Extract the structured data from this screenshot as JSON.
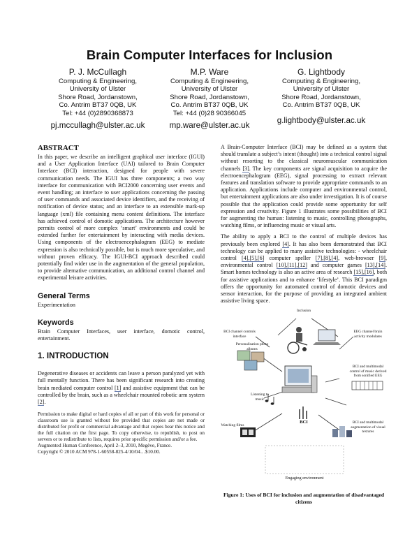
{
  "paper": {
    "title": "Brain Computer Interfaces for Inclusion",
    "authors": [
      {
        "name": "P. J. McCullagh",
        "dept": "Computing & Engineering,",
        "univ": "University of Ulster",
        "addr1": "Shore Road, Jordanstown,",
        "addr2": "Co. Antrim BT37 0QB, UK",
        "tel": "Tel: +44 (0)2890368873",
        "email": "pj.mccullagh@ulster.ac.uk"
      },
      {
        "name": "M.P. Ware",
        "dept": "Computing & Engineering,",
        "univ": "University of Ulster",
        "addr1": "Shore Road, Jordanstown,",
        "addr2": "Co. Antrim BT37 0QB, UK",
        "tel": "Tel: +44 (0)28 90366045",
        "email": "mp.ware@ulster.ac.uk"
      },
      {
        "name": "G. Lightbody",
        "dept": "Computing & Engineering,",
        "univ": "University of Ulster",
        "addr1": "Shore Road, Jordanstown,",
        "addr2": "Co. Antrim BT37 0QB, UK",
        "tel": "",
        "email": "g.lightbody@ulster.ac.uk"
      }
    ],
    "abstract_heading": "ABSTRACT",
    "abstract": "In this paper, we describe an intelligent graphical user interface (IGUI) and a User Application Interface (UAI) tailored to Brain Computer Interface (BCI) interaction, designed for people with severe communication needs. The IGUI has three components; a two way interface for communication with BCI2000 concerning user events and event handling; an interface to user applications concerning the passing of user commands and associated device identifiers, and the receiving of notification of device status; and an interface to an extensible mark-up language (xml) file containing menu content definitions. The interface has achieved control of domotic applications. The architecture however permits control of more complex ‘smart’ environments and could be extended further for entertainment by interacting with media devices. Using components of the electroencephalogram (EEG) to mediate expression is also technically possible, but is much more speculative, and without proven efficacy. The IGUI-BCI approach described could potentially find wider use in the augmentation of the general population, to provide alternative communication, an additional control channel and experimental leisure activities.",
    "general_terms_heading": "General Terms",
    "general_terms": "Experimentation",
    "keywords_heading": "Keywords",
    "keywords": "Brain Computer Interfaces, user interface, domotic control, entertainment.",
    "intro_heading": "1.  INTRODUCTION",
    "intro_p1_pre": "Degenerative diseases or accidents can leave a person paralyzed yet with full mentally function. There has been significant research into creating brain mediated computer control ",
    "intro_p1_ref1": "[1]",
    "intro_p1_mid": " and assistive equipment that can be controlled by the brain, such as a wheelchair mounted robotic arm system ",
    "intro_p1_ref2": "[2]",
    "intro_p1_end": ".",
    "permission": "Permission to make digital or hard copies of all or part of this work for personal or classroom use is granted without fee provided that copies are not made or distributed for profit or commercial advantage and that copies bear this notice and the full citation on the first page. To copy otherwise, to republish, to post on servers or to redistribute to lists, requires prior specific permission and/or a fee.",
    "conference": "Augmented Human Conference, April 2–3, 2010, Megève, France.",
    "copyright": "Copyright © 2010 ACM 978-1-60558-825-4/10/04…$10.00.",
    "right_p1_pre": "A Brain-Computer Interface (BCI) may be defined as a system that should translate a subject’s intent (thought) into a technical control signal without resorting to the classical neuromuscular communication channels ",
    "right_p1_ref": "[3]",
    "right_p1_post": ". The key components are signal acquisition to acquire the electroencephalogram (EEG), signal processing to extract relevant features and translation software to provide appropriate commands to an application. Applications include computer and environmental control, but entertainment applications are also under investigation. It is of course possible that the application could provide some opportunity for self expression and creativity. Figure 1 illustrates some possibilities of BCI for augmenting the human: listening to music, controlling photographs, watching films, or influencing music or visual arts.",
    "right_p2_a": "The ability to apply a BCI to the control of multiple devices has previously been explored ",
    "right_p2_r1": "[4]",
    "right_p2_b": ". It has also been demonstrated that BCI technology can be applied to many assistive technologies: - wheelchair control ",
    "right_p2_r2": "[4],[5],[6]",
    "right_p2_c": " computer speller ",
    "right_p2_r3": "[7],[8],[4]",
    "right_p2_d": ", web-browser ",
    "right_p2_r4": "[9]",
    "right_p2_e": ", environmental control ",
    "right_p2_r5": "[10],[11],[12]",
    "right_p2_f": " and computer games ",
    "right_p2_r6": "[13],[14]",
    "right_p2_g": ". Smart homes technology is also an active area of research ",
    "right_p2_r7": "[15],[16]",
    "right_p2_h": ", both for assistive applications and to enhance ‘lifestyle’. This BCI paradigm offers the opportunity for automated control of domotic devices and sensor interaction, for the purpose of providing an integrated ambient assistive living space.",
    "figure": {
      "top": "Inclusion",
      "bci_channel_controls": "BCI channel controls interface",
      "eeg_channel": "EEG channel brain activity modulates",
      "personalisation": "Personalisation photo albums",
      "listening": "Listening to music",
      "bci_multimodal_music": "BCI and multimodal control of music derived from sonified EEG",
      "watching": "Watching films",
      "bci_center": "BCI",
      "bci_visual": "BCI and multimodal augmentation of visual textures",
      "bottom": "Engaging environment",
      "caption": "Figure 1:  Uses of BCI for inclusion and augmentation of disadvantaged citizens"
    }
  }
}
